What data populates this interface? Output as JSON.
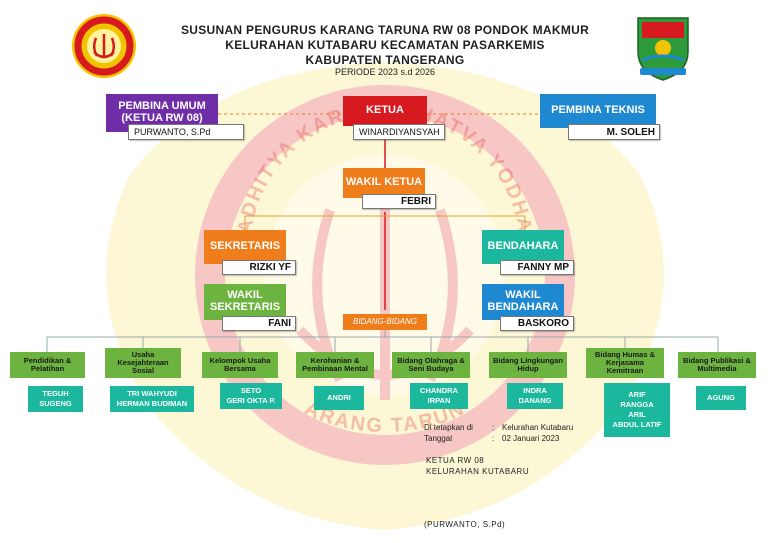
{
  "header": {
    "line1": "SUSUNAN PENGURUS KARANG TARUNA RW 08 PONDOK MAKMUR",
    "line2": "KELURAHAN KUTABARU KECAMATAN PASARKEMIS",
    "line3": "KABUPATEN TANGERANG",
    "period": "PERIODE 2023 s.d 2026"
  },
  "watermark": {
    "arc_top": "ADHITYA KARYA MAHATVA YODHA",
    "arc_bottom": "KARANG TARUNA"
  },
  "colors": {
    "red": "#d71920",
    "orange": "#f07d1c",
    "teal": "#1bb89e",
    "green": "#6db33f",
    "purple": "#6f2da8",
    "blue": "#1e88d0"
  },
  "org": {
    "pembina_umum": {
      "title": "PEMBINA UMUM\n(KETUA RW 08)",
      "name": "PURWANTO, S.Pd"
    },
    "ketua": {
      "title": "KETUA",
      "name": "WINARDIYANSYAH"
    },
    "pembina_teknis": {
      "title": "PEMBINA TEKNIS",
      "name": "M. SOLEH"
    },
    "wakil_ketua": {
      "title": "WAKIL KETUA",
      "name": "FEBRI"
    },
    "sekretaris": {
      "title": "SEKRETARIS",
      "name": "RIZKI YF"
    },
    "bendahara": {
      "title": "BENDAHARA",
      "name": "FANNY MP"
    },
    "wakil_sekretaris": {
      "title": "WAKIL\nSEKRETARIS",
      "name": "FANI"
    },
    "wakil_bendahara": {
      "title": "WAKIL\nBENDAHARA",
      "name": "BASKORO"
    },
    "bidang_label": "BIDANG-BIDANG"
  },
  "bidang": [
    {
      "title": "Pendidikan &\nPelatihan",
      "members": [
        "TEGUH",
        "SUGENG"
      ]
    },
    {
      "title": "Usaha\nKesejahteraan\nSosial",
      "members": [
        "TRI WAHYUDI",
        "HERMAN BUDIMAN"
      ]
    },
    {
      "title": "Kelompok Usaha\nBersama",
      "members": [
        "SETO",
        "GERI OKTA P."
      ]
    },
    {
      "title": "Kerohanian &\nPembinaan Mental",
      "members": [
        "ANDRI"
      ]
    },
    {
      "title": "Bidang Olahraga &\nSeni Budaya",
      "members": [
        "CHANDRA",
        "IRPAN"
      ]
    },
    {
      "title": "Bidang Lingkungan\nHidup",
      "members": [
        "INDRA",
        "DANANG"
      ]
    },
    {
      "title": "Bidang Humas &\nKerjasama\nKemitraan",
      "members": [
        "ARIF",
        "RANGGA",
        "ARIL",
        "ABDUL LATIF"
      ]
    },
    {
      "title": "Bidang Publikasi &\nMultimedia",
      "members": [
        "AGUNG"
      ]
    }
  ],
  "signature": {
    "label1": "Di tetapkan di",
    "sep1": ":",
    "value1": "Kelurahan Kutabaru",
    "label2": "Tanggal",
    "sep2": ":",
    "value2": "02 Januari 2023",
    "role1": "KETUA RW 08",
    "role2": "KELURAHAN KUTABARU",
    "name": "(PURWANTO, S.Pd)"
  }
}
